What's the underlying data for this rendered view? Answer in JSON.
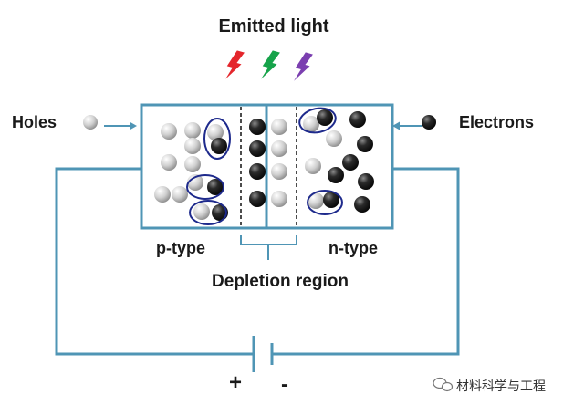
{
  "title": "Emitted light",
  "labels": {
    "holes": "Holes",
    "electrons": "Electrons",
    "p_type": "p-type",
    "n_type": "n-type",
    "depletion_region": "Depletion region",
    "plus": "+",
    "minus": "-"
  },
  "watermark": {
    "icon": "wechat-icon",
    "text": "材料科学与工程"
  },
  "colors": {
    "frame": "#4f95b5",
    "junction": "#4f95b5",
    "pair_ring": "#1e2a8c",
    "bolt_red": "#e4262c",
    "bolt_green": "#16a34a",
    "bolt_purple": "#7b3fb0",
    "hole": "#cfcfcf",
    "electron": "#1f1f1f"
  },
  "legend_markers": [
    "hole",
    "electron"
  ],
  "light_bolts": [
    "red",
    "green",
    "purple"
  ]
}
